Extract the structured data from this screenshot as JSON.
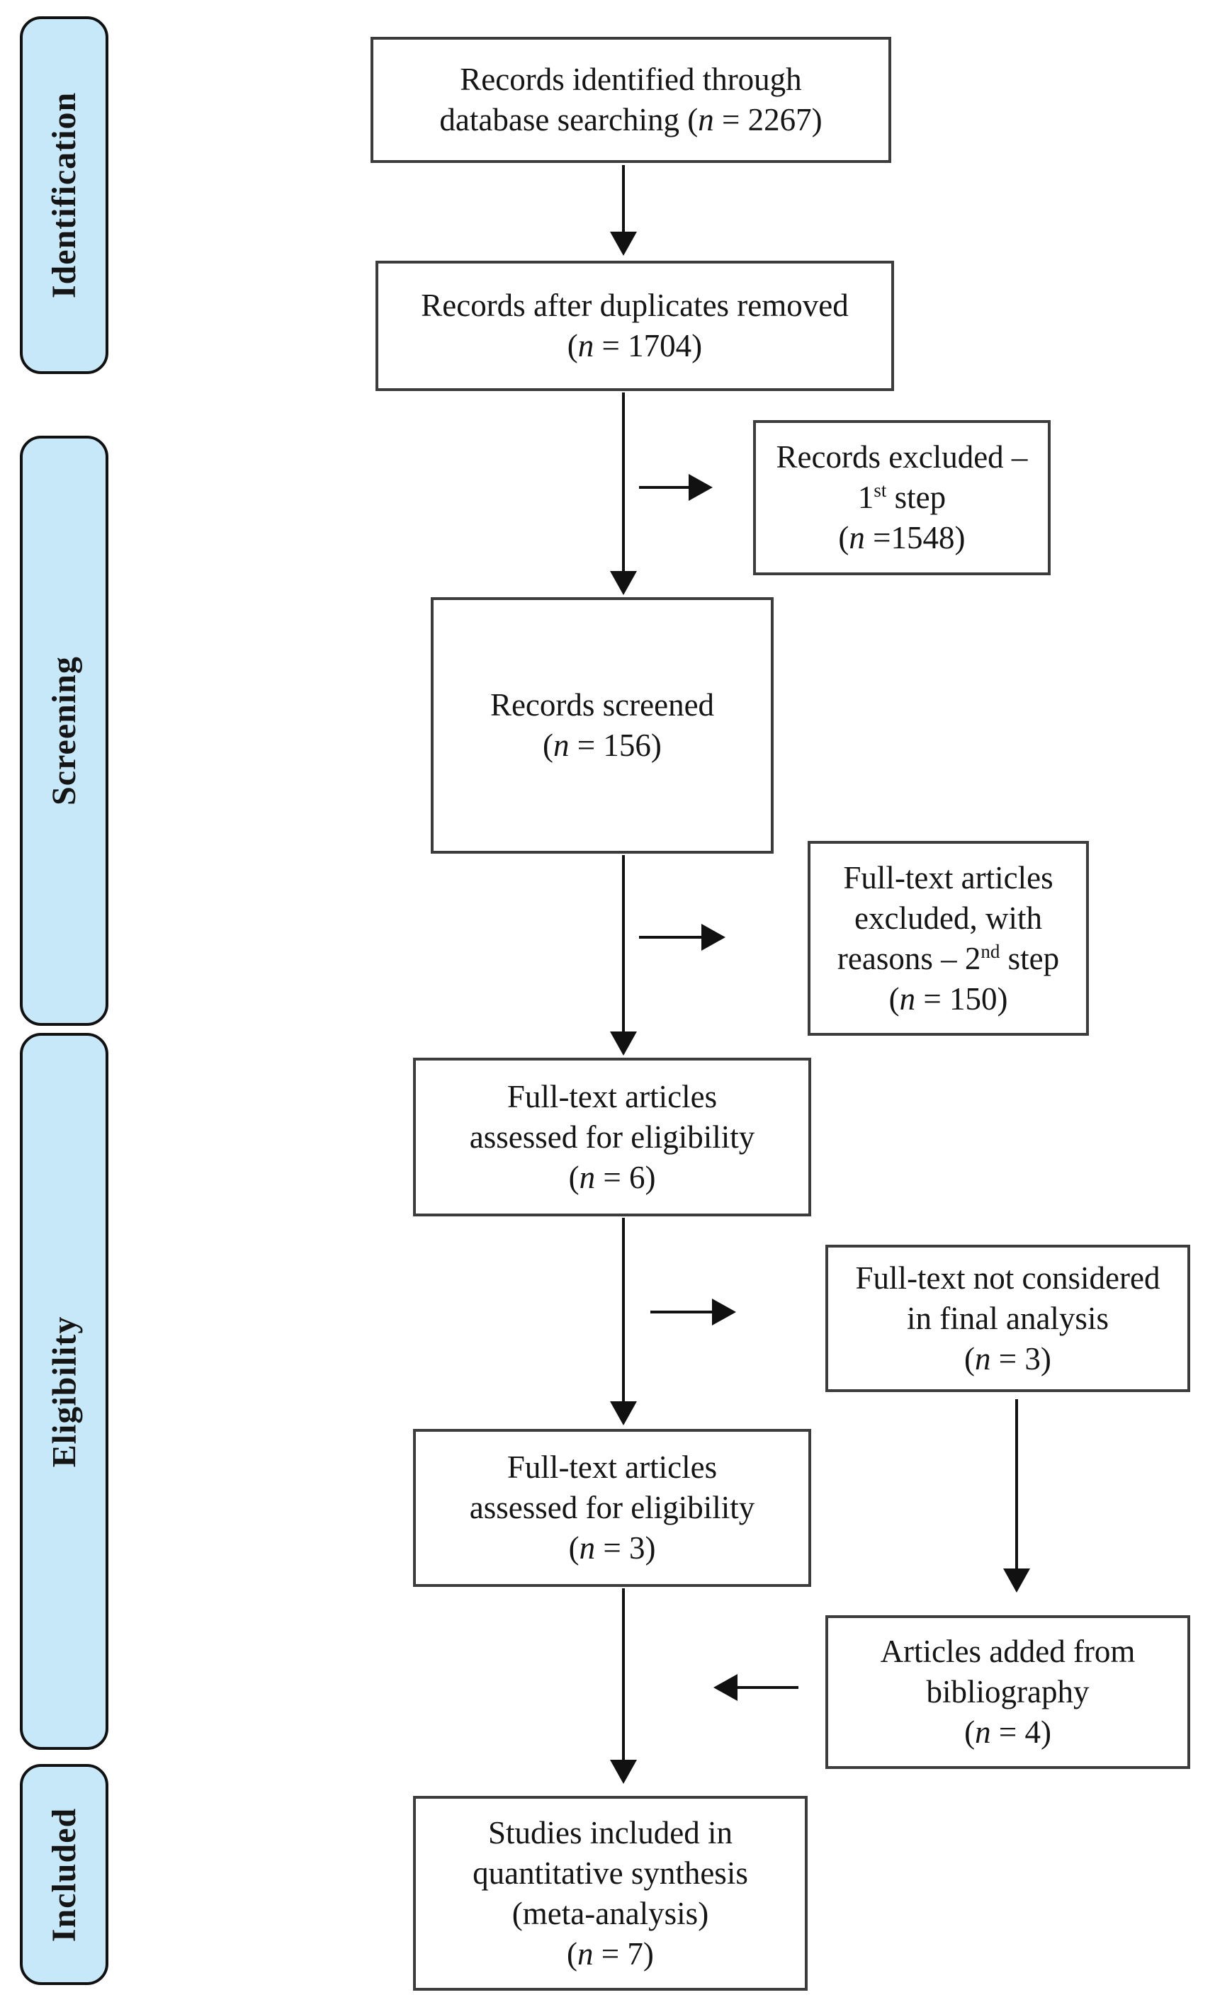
{
  "stages": [
    {
      "label": "Identification"
    },
    {
      "label": "Screening"
    },
    {
      "label": "Eligibility"
    },
    {
      "label": "Included"
    }
  ],
  "boxes": {
    "identified": {
      "lines": [
        "Records identified through",
        "database searching (n = 2267)"
      ]
    },
    "deduplicated": {
      "lines": [
        "Records after duplicates removed",
        "(n = 1704)"
      ]
    },
    "excluded_step1": {
      "lines": [
        "Records excluded –",
        "1st step",
        "(n =1548)"
      ]
    },
    "screened": {
      "lines": [
        "Records screened",
        "(n = 156)"
      ]
    },
    "excluded_step2": {
      "lines": [
        "Full-text articles",
        "excluded, with",
        "reasons – 2nd step",
        "(n = 150)"
      ]
    },
    "assessed_n6": {
      "lines": [
        "Full-text articles",
        "assessed for eligibility",
        "(n = 6)"
      ]
    },
    "not_considered": {
      "lines": [
        "Full-text not considered",
        "in final analysis",
        "(n = 3)"
      ]
    },
    "assessed_n3": {
      "lines": [
        "Full-text articles",
        "assessed for eligibility",
        "(n = 3)"
      ]
    },
    "bibliography": {
      "lines": [
        "Articles added from",
        "bibliography",
        "(n = 4)"
      ]
    },
    "included_synthesis": {
      "lines": [
        "Studies included in",
        "quantitative synthesis",
        "(meta-analysis)",
        "(n = 7)"
      ]
    }
  },
  "colors": {
    "stage_fill": "#c7e8f8",
    "stage_border": "#111111",
    "box_border": "#3c3c3c",
    "arrow": "#111111",
    "text": "#151515",
    "background": "#ffffff"
  }
}
